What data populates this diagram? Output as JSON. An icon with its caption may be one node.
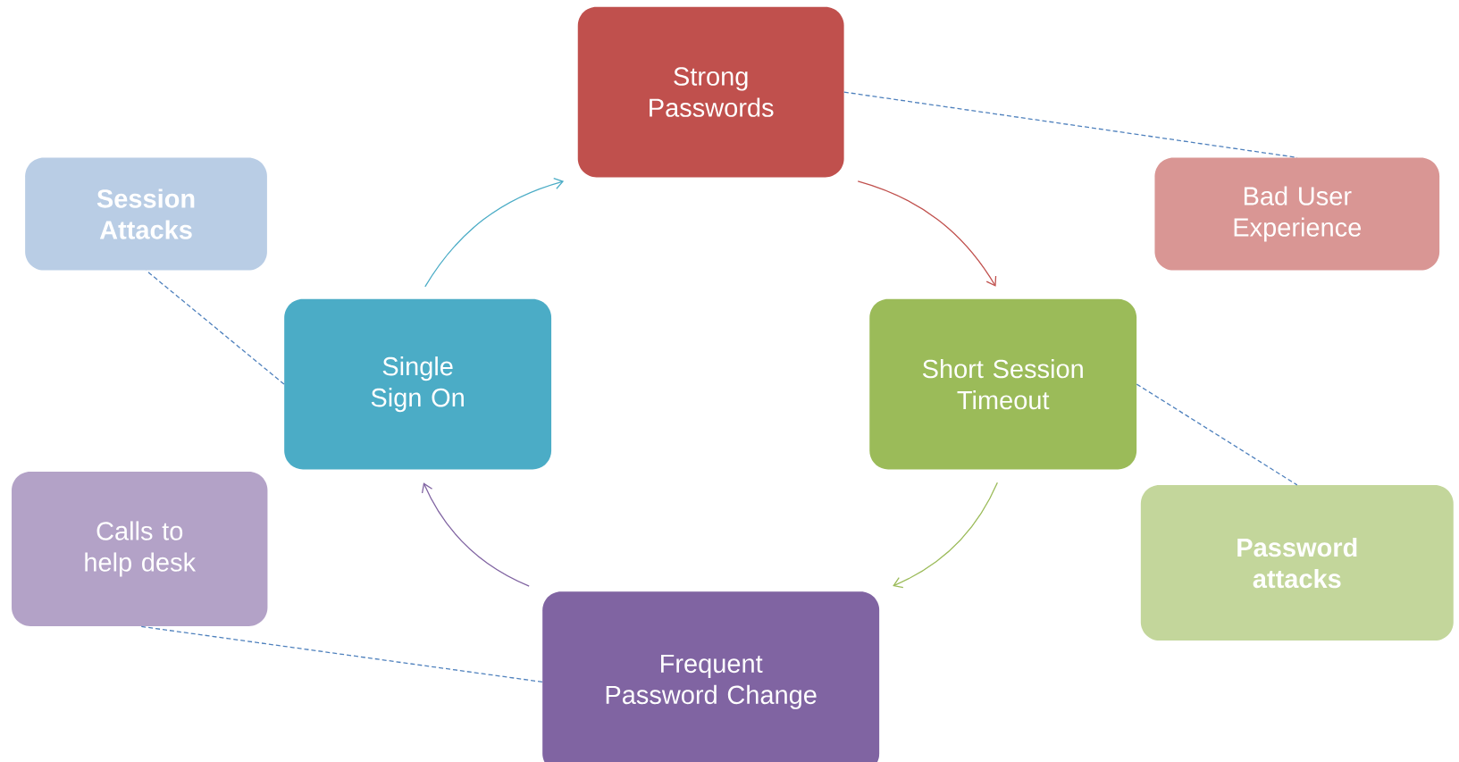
{
  "diagram": {
    "nodes": [
      {
        "text": [
          "Strong Passwords"
        ]
      },
      {
        "text": [
          "Session Attacks"
        ]
      },
      {
        "text": [
          "Bad User Experience"
        ]
      },
      {
        "text": [
          "Single Sign On"
        ]
      },
      {
        "text": [
          "Short Session Timeout"
        ]
      },
      {
        "text": [
          "Calls to help desk"
        ]
      },
      {
        "text": [
          "Password attacks"
        ]
      },
      {
        "text": [
          "Frequent Password Change"
        ]
      }
    ],
    "edges": [
      {
        "from": 0,
        "to": 4,
        "arrow": "to",
        "color": "#c0504d"
      },
      {
        "from": 4,
        "to": 7,
        "arrow": "to",
        "color": "#9bbb59"
      },
      {
        "from": 7,
        "to": 3,
        "arrow": "to",
        "color": "#8064a2"
      },
      {
        "from": 3,
        "to": 0,
        "arrow": "to",
        "color": "#4bacc6"
      },
      {
        "from": 0,
        "to": 2,
        "arrow": "none",
        "style": "dashed",
        "color": "#4f81bd"
      },
      {
        "from": 4,
        "to": 6,
        "arrow": "none",
        "style": "dashed",
        "color": "#4f81bd"
      },
      {
        "from": 3,
        "to": 1,
        "arrow": "none",
        "style": "dashed",
        "color": "#4f81bd"
      },
      {
        "from": 7,
        "to": 5,
        "arrow": "none",
        "style": "dashed",
        "color": "#4f81bd"
      }
    ]
  }
}
